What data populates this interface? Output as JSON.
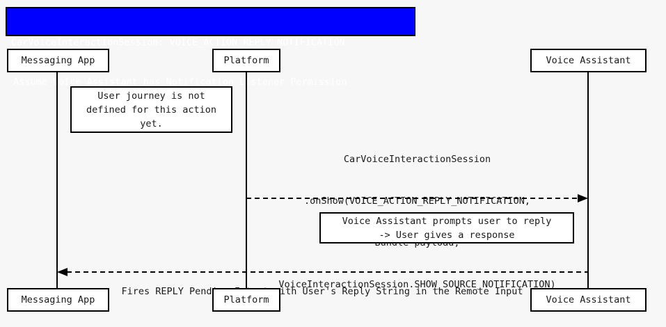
{
  "diagram": {
    "type": "sequence-diagram",
    "background_color": "#f7f7f7",
    "title_banner": {
      "background_color": "#0000ff",
      "text_color": "#ffffff",
      "line1": "CarVoiceInteractionSession: VOICE_ACTION_REPLY_NOTIFICATION",
      "line2": "Assume Voice Assistant has Notification Listener Permission"
    },
    "participants": [
      {
        "id": "messaging-app",
        "label": "Messaging App"
      },
      {
        "id": "platform",
        "label": "Platform"
      },
      {
        "id": "voice-assistant",
        "label": "Voice Assistant"
      }
    ],
    "participants_bottom": [
      {
        "id": "messaging-app",
        "label": "Messaging App"
      },
      {
        "id": "platform",
        "label": "Platform"
      },
      {
        "id": "voice-assistant",
        "label": "Voice Assistant"
      }
    ],
    "notes": [
      {
        "id": "note-user-journey",
        "attached_to": "messaging-app",
        "line1": "User journey is not",
        "line2": "defined for this action",
        "line3": "yet."
      },
      {
        "id": "note-voice-prompt",
        "attached_to": "voice-assistant",
        "line1": "Voice Assistant prompts user to reply",
        "line2": "-> User gives a response"
      }
    ],
    "messages": [
      {
        "id": "msg-onshow",
        "from": "platform",
        "to": "voice-assistant",
        "direction": "right",
        "style": "dashed",
        "line1": "CarVoiceInteractionSession",
        "line2": ".onShow(VOICE_ACTION_REPLY_NOTIFICATION,",
        "line3": "Bundle payload,",
        "line4": "VoiceInteractionSession.SHOW_SOURCE_NOTIFICATION)"
      },
      {
        "id": "msg-reply-intent",
        "from": "voice-assistant",
        "to": "messaging-app",
        "direction": "left",
        "style": "dashed",
        "line1": "Fires REPLY Pending Intent with User's Reply String in the Remote Input"
      }
    ]
  }
}
